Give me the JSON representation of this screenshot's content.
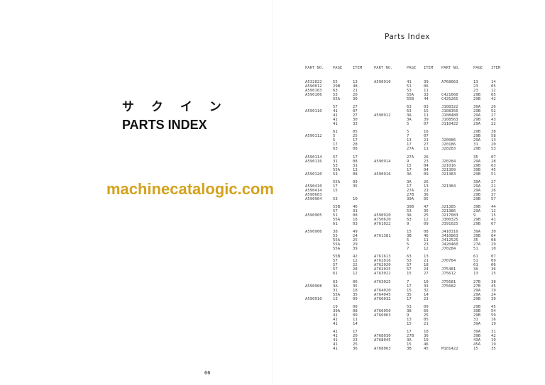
{
  "left_page": {
    "title_kana": "サ ク イ ン",
    "title": "PARTS INDEX",
    "page_number": "66"
  },
  "right_page": {
    "title": "Parts Index"
  },
  "watermark": "machinecatalogic.com",
  "colors": {
    "watermark": "#d4a21c",
    "text": "#333333"
  },
  "table": {
    "headers": [
      "PART NO.",
      "PAGE",
      "ITEM",
      "PART NO.",
      "PAGE",
      "ITEM",
      "PART NO.",
      "PAGE",
      "ITEM"
    ],
    "blocks": [
      [
        [
          "A532022",
          "55",
          "13",
          "A590910",
          "41",
          "39",
          "A768063",
          "13",
          "14"
        ],
        [
          "A590012",
          "29B",
          "48",
          "",
          "51",
          "06",
          "",
          "23",
          "05"
        ],
        [
          "A590103",
          "63",
          "21",
          "",
          "53",
          "11",
          "",
          "23",
          "12"
        ],
        [
          "A590106",
          "53",
          "20",
          "",
          "55A",
          "33",
          "C421666",
          "29B",
          "65"
        ],
        [
          "",
          "55A",
          "30",
          "",
          "55B",
          "44",
          "C425265",
          "29B",
          "42"
        ]
      ],
      [
        [
          "",
          "57",
          "27",
          "",
          "63",
          "03",
          "J108322",
          "39A",
          "26"
        ],
        [
          "A590110",
          "41",
          "07",
          "",
          "63",
          "15",
          "J108356",
          "29B",
          "52"
        ],
        [
          "",
          "41",
          "27",
          "A590912",
          "3A",
          "11",
          "J108480",
          "29A",
          "27"
        ],
        [
          "",
          "41",
          "30",
          "",
          "3A",
          "39",
          "J108563",
          "29B",
          "43"
        ],
        [
          "",
          "41",
          "33",
          "",
          "5",
          "07",
          "J110422",
          "29A",
          "22"
        ]
      ],
      [
        [
          "",
          "61",
          "05",
          "",
          "5",
          "16",
          "",
          "29B",
          "38"
        ],
        [
          "A590112",
          "5",
          "25",
          "",
          "7",
          "07",
          "",
          "29B",
          "58"
        ],
        [
          "",
          "5",
          "17",
          "",
          "13",
          "21",
          "J20086",
          "29A",
          "13"
        ],
        [
          "",
          "17",
          "28",
          "",
          "17",
          "27",
          "J20186",
          "31",
          "20"
        ],
        [
          "",
          "63",
          "08",
          "",
          "27A",
          "11",
          "J20283",
          "29B",
          "53"
        ]
      ],
      [
        [
          "A590114",
          "57",
          "17",
          "",
          "27A",
          "26",
          "",
          "35",
          "07"
        ],
        [
          "A590116",
          "31",
          "08",
          "A590914",
          "9",
          "23",
          "J20284",
          "29A",
          "28"
        ],
        [
          "",
          "53",
          "31",
          "",
          "15",
          "04",
          "J21016",
          "29B",
          "63"
        ],
        [
          "",
          "55A",
          "13",
          "",
          "17",
          "04",
          "J21309",
          "39B",
          "45"
        ],
        [
          "A590120",
          "53",
          "08",
          "A590916",
          "3A",
          "09",
          "J21383",
          "29B",
          "51"
        ]
      ],
      [
        [
          "",
          "55A",
          "09",
          "",
          "3A",
          "26",
          "",
          "39A",
          "27"
        ],
        [
          "A590410",
          "17",
          "35",
          "",
          "17",
          "13",
          "J21384",
          "29A",
          "21"
        ],
        [
          "A590414",
          "15",
          "",
          "",
          "27A",
          "21",
          "",
          "29A",
          "26"
        ],
        [
          "A590603",
          "",
          "",
          "",
          "27B",
          "36",
          "",
          "29B",
          "37"
        ],
        [
          "A590904",
          "53",
          "10",
          "",
          "39A",
          "05",
          "",
          "29B",
          "57"
        ]
      ],
      [
        [
          "",
          "55B",
          "46",
          "",
          "39B",
          "47",
          "J21385",
          "39B",
          "44"
        ],
        [
          "",
          "57",
          "31",
          "",
          "53",
          "35",
          "J21386",
          "29A",
          "12"
        ],
        [
          "A590905",
          "51",
          "08",
          "A590920",
          "3A",
          "25",
          "J217083",
          "9",
          "15"
        ],
        [
          "",
          "55A",
          "18",
          "A750620",
          "63",
          "12",
          "J300325",
          "29B",
          "41"
        ],
        [
          "",
          "61",
          "03",
          "A761022",
          "9",
          "09",
          "J391025",
          "29B",
          "67"
        ]
      ],
      [
        [
          "A590906",
          "38",
          "49",
          "",
          "15",
          "08",
          "J410316",
          "39A",
          "30"
        ],
        [
          "",
          "53",
          "24",
          "A761381",
          "3B",
          "46",
          "J410863",
          "39B",
          "64"
        ],
        [
          "",
          "55A",
          "25",
          "",
          "5",
          "11",
          "J412525",
          "35",
          "08"
        ],
        [
          "",
          "55A",
          "29",
          "",
          "5",
          "23",
          "J420460",
          "27A",
          "29"
        ],
        [
          "",
          "55A",
          "39",
          "",
          "7",
          "12",
          "J70284",
          "51",
          "10"
        ]
      ],
      [
        [
          "",
          "55B",
          "42",
          "A761613",
          "63",
          "13",
          "",
          "61",
          "07"
        ],
        [
          "",
          "57",
          "12",
          "A762016",
          "53",
          "21",
          "J70784",
          "51",
          "09"
        ],
        [
          "",
          "57",
          "22",
          "A762020",
          "57",
          "18",
          "",
          "61",
          "06"
        ],
        [
          "",
          "57",
          "28",
          "A762025",
          "57",
          "24",
          "J75481",
          "3A",
          "36"
        ],
        [
          "",
          "61",
          "12",
          "A763022",
          "15",
          "27",
          "J75612",
          "13",
          "15"
        ]
      ],
      [
        [
          "",
          "63",
          "06",
          "A763025",
          "7",
          "10",
          "J75681",
          "27B",
          "38"
        ],
        [
          "A590908",
          "3A",
          "35",
          "",
          "17",
          "33",
          "J75682",
          "27B",
          "45"
        ],
        [
          "",
          "31",
          "18",
          "A764020",
          "15",
          "32",
          "",
          "29A",
          "19"
        ],
        [
          "",
          "55A",
          "35",
          "A764045",
          "35",
          "14",
          "",
          "29A",
          "24"
        ],
        [
          "A590910",
          "13",
          "09",
          "A766032",
          "17",
          "23",
          "",
          "29B",
          "39"
        ]
      ],
      [
        [
          "",
          "19",
          "08",
          "",
          "53",
          "09",
          "",
          "29B",
          "45"
        ],
        [
          "",
          "39A",
          "08",
          "A766050",
          "38",
          "66",
          "",
          "39B",
          "54"
        ],
        [
          "",
          "41",
          "09",
          "A766063",
          "9",
          "25",
          "",
          "29B",
          "59"
        ],
        [
          "",
          "41",
          "11",
          "",
          "13",
          "05",
          "",
          "31",
          "16"
        ],
        [
          "",
          "41",
          "14",
          "",
          "15",
          "21",
          "",
          "39A",
          "19"
        ]
      ],
      [
        [
          "",
          "41",
          "17",
          "",
          "17",
          "18",
          "",
          "39A",
          "31"
        ],
        [
          "",
          "41",
          "20",
          "A768030",
          "27B",
          "36",
          "",
          "39B",
          "42"
        ],
        [
          "",
          "41",
          "23",
          "A768045",
          "3A",
          "19",
          "",
          "43A",
          "19"
        ],
        [
          "",
          "41",
          "25",
          "",
          "15",
          "46",
          "",
          "45A",
          "19"
        ],
        [
          "",
          "41",
          "36",
          "A768063",
          "3B",
          "45",
          "M101422",
          "15",
          "35"
        ]
      ]
    ]
  }
}
